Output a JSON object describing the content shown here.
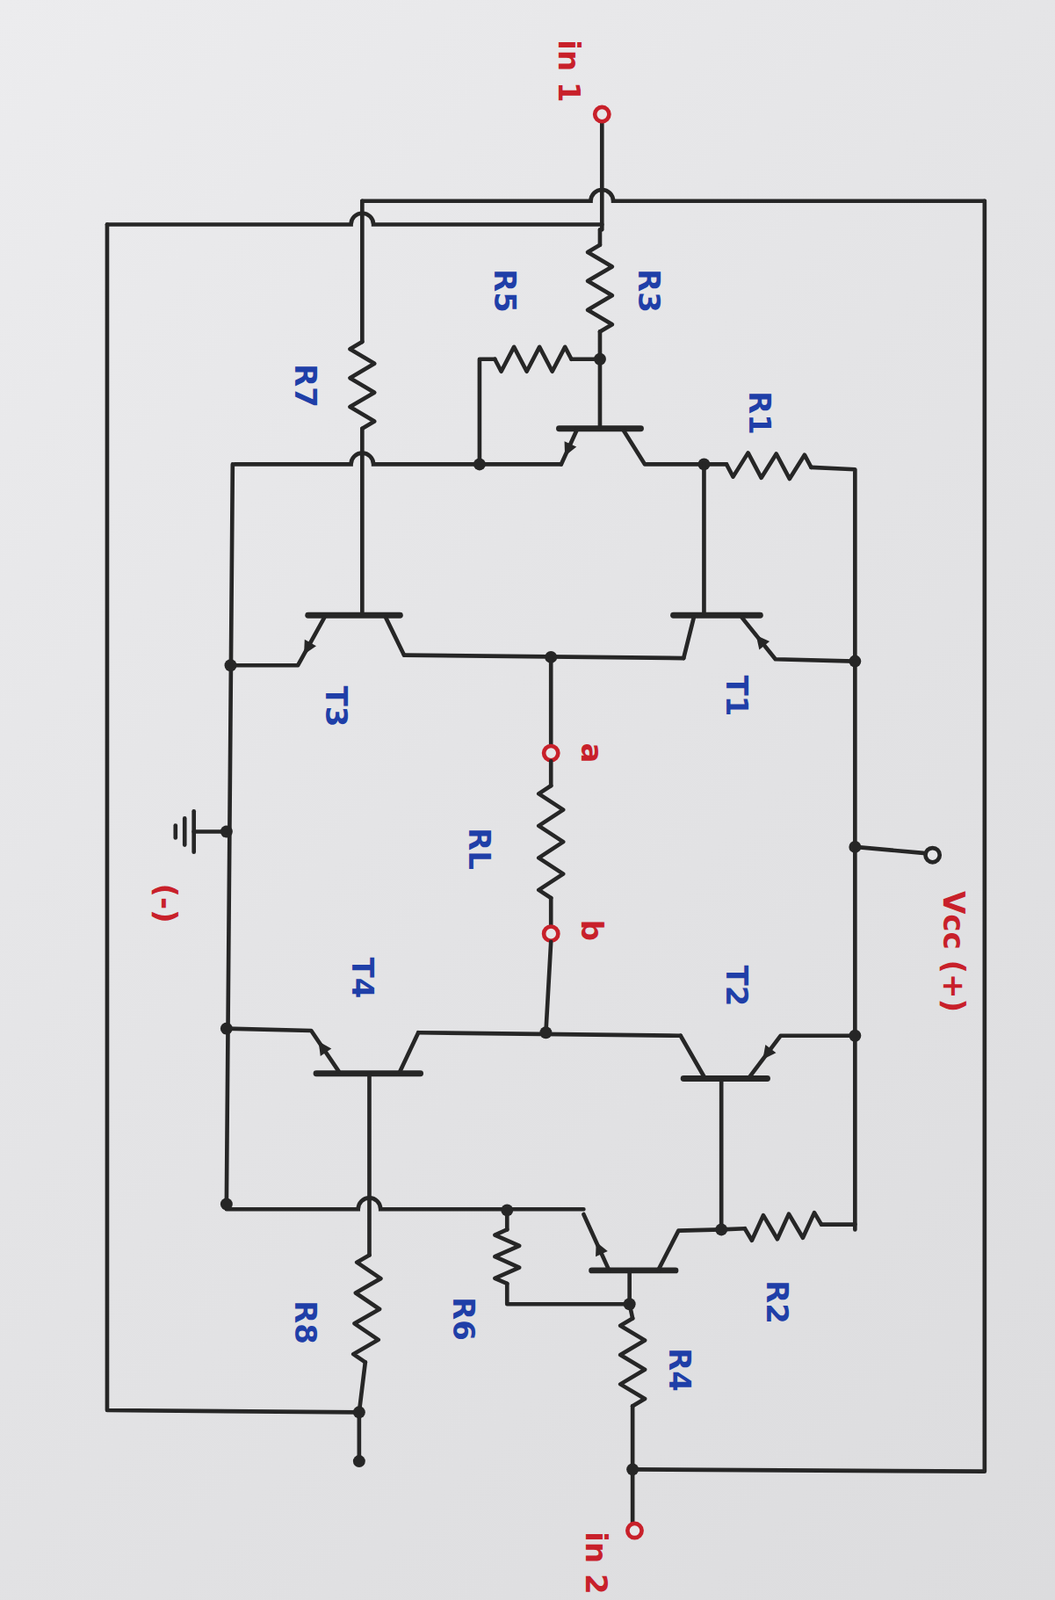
{
  "diagram": {
    "labels": [
      "in 1",
      "R3",
      "R5",
      "R7",
      "R1",
      "T3",
      "T1",
      "a",
      "RL",
      "(-)",
      "b",
      "Vcc (+)",
      "T4",
      "T2",
      "R8",
      "R6",
      "R2",
      "R4",
      "in 2"
    ]
  }
}
